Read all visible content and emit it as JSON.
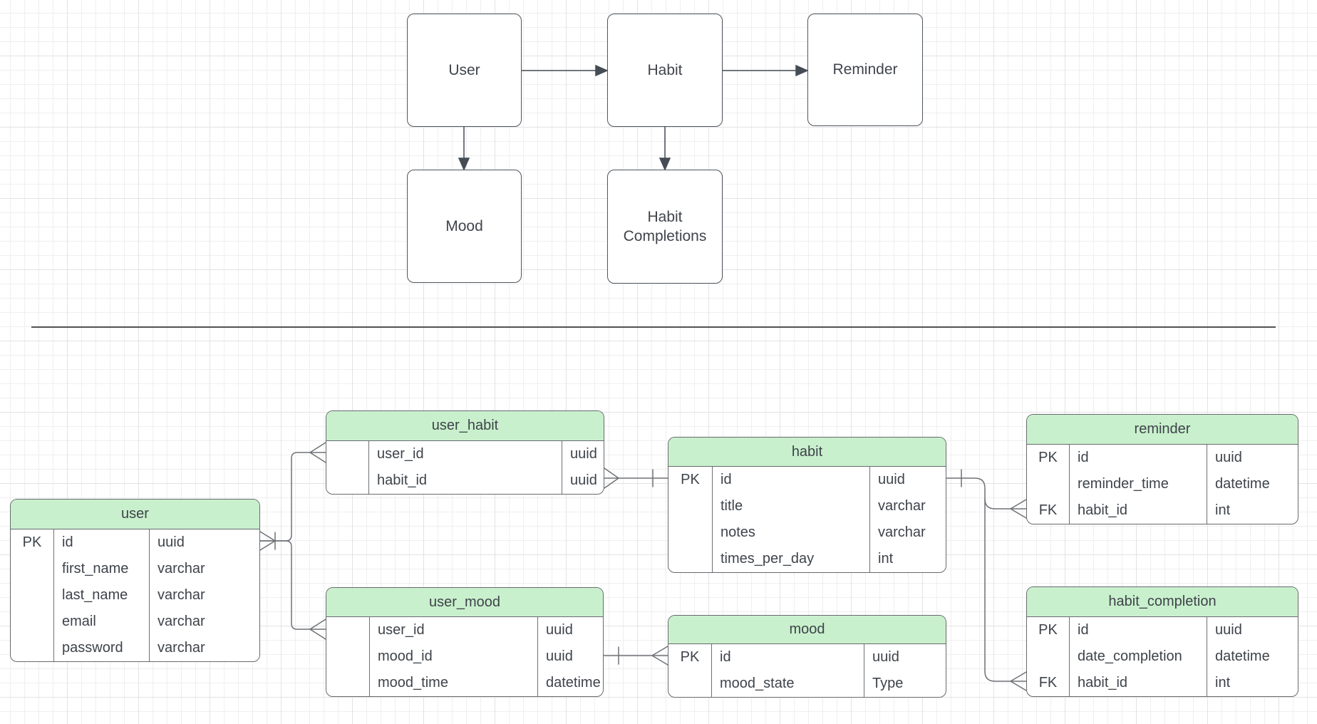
{
  "canvas": {
    "kind": "diagram-canvas",
    "colors": {
      "entity_header_green": "#c9f0cd",
      "table_border": "#676a6e",
      "connector_stroke": "#6e7177",
      "flow_border": "#4f565e",
      "flow_arrow": "#454c55",
      "text": "#3e434a",
      "grid_minor": "#efefef",
      "grid_major": "#e3e3e3",
      "divider": "#525252"
    }
  },
  "flowchart": {
    "nodes": [
      {
        "id": "user",
        "label": "User"
      },
      {
        "id": "habit",
        "label": "Habit"
      },
      {
        "id": "reminder",
        "label": "Reminder"
      },
      {
        "id": "mood",
        "label": "Mood"
      },
      {
        "id": "habit_completions",
        "label": "Habit Completions"
      }
    ],
    "arrows": [
      {
        "from": "user",
        "to": "habit"
      },
      {
        "from": "habit",
        "to": "reminder"
      },
      {
        "from": "user",
        "to": "mood"
      },
      {
        "from": "habit",
        "to": "habit_completions"
      }
    ]
  },
  "erd": {
    "tables": [
      {
        "name": "user",
        "rows": [
          {
            "key": "PK",
            "field": "id",
            "type": "uuid"
          },
          {
            "key": "",
            "field": "first_name",
            "type": "varchar"
          },
          {
            "key": "",
            "field": "last_name",
            "type": "varchar"
          },
          {
            "key": "",
            "field": "email",
            "type": "varchar"
          },
          {
            "key": "",
            "field": "password",
            "type": "varchar"
          }
        ]
      },
      {
        "name": "user_habit",
        "rows": [
          {
            "key": "",
            "field": "user_id",
            "type": "uuid"
          },
          {
            "key": "",
            "field": "habit_id",
            "type": "uuid"
          }
        ]
      },
      {
        "name": "habit",
        "rows": [
          {
            "key": "PK",
            "field": "id",
            "type": "uuid"
          },
          {
            "key": "",
            "field": "title",
            "type": "varchar"
          },
          {
            "key": "",
            "field": "notes",
            "type": "varchar"
          },
          {
            "key": "",
            "field": "times_per_day",
            "type": "int"
          }
        ]
      },
      {
        "name": "reminder",
        "rows": [
          {
            "key": "PK",
            "field": "id",
            "type": "uuid"
          },
          {
            "key": "",
            "field": "reminder_time",
            "type": "datetime"
          },
          {
            "key": "FK",
            "field": "habit_id",
            "type": "int"
          }
        ]
      },
      {
        "name": "user_mood",
        "rows": [
          {
            "key": "",
            "field": "user_id",
            "type": "uuid"
          },
          {
            "key": "",
            "field": "mood_id",
            "type": "uuid"
          },
          {
            "key": "",
            "field": "mood_time",
            "type": "datetime"
          }
        ]
      },
      {
        "name": "mood",
        "rows": [
          {
            "key": "PK",
            "field": "id",
            "type": "uuid"
          },
          {
            "key": "",
            "field": "mood_state",
            "type": "Type"
          }
        ]
      },
      {
        "name": "habit_completion",
        "rows": [
          {
            "key": "PK",
            "field": "id",
            "type": "uuid"
          },
          {
            "key": "",
            "field": "date_completion",
            "type": "datetime"
          },
          {
            "key": "FK",
            "field": "habit_id",
            "type": "int"
          }
        ]
      }
    ],
    "relationships": [
      {
        "from": "user.id",
        "to": "user_habit.user_id",
        "from_end": "one",
        "to_end": "many"
      },
      {
        "from": "user.id",
        "to": "user_mood.user_id",
        "from_end": "one",
        "to_end": "many"
      },
      {
        "from": "user_habit.habit_id",
        "from_end": "many",
        "to": "habit.id",
        "to_end": "one"
      },
      {
        "from": "habit.id",
        "from_end": "one",
        "to": "reminder.habit_id",
        "to_end": "many"
      },
      {
        "from": "habit.id",
        "from_end": "one",
        "to": "habit_completion.habit_id",
        "to_end": "many"
      },
      {
        "from": "user_mood.mood_id",
        "from_end": "many",
        "to": "mood.id",
        "to_end": "one"
      }
    ]
  }
}
